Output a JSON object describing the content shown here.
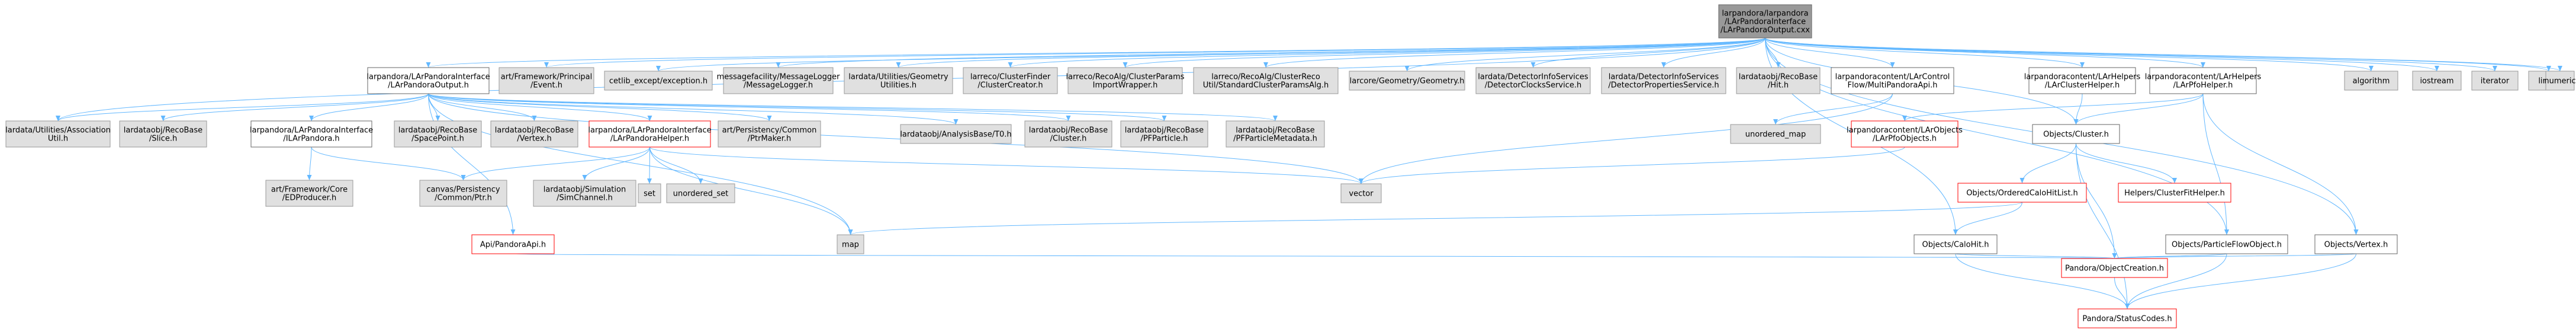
{
  "diagram": {
    "colors": {
      "edge": "#63b8ff",
      "root_fill": "#999999",
      "root_border": "#666666",
      "grey_fill": "#e0e0e0",
      "grey_border": "#999999",
      "white_fill": "#ffffff",
      "white_border": "#666666",
      "red_border": "#ff0000"
    },
    "nodes": [
      {
        "id": "root",
        "style": "root",
        "lines": [
          "larpandora/larpandora",
          "/LArPandoraInterface",
          "/LArPandoraOutput.cxx"
        ]
      },
      {
        "id": "out_h",
        "style": "white",
        "lines": [
          "larpandora/LArPandoraInterface",
          "/LArPandoraOutput.h"
        ]
      },
      {
        "id": "art_event",
        "style": "grey",
        "lines": [
          "art/Framework/Principal",
          "/Event.h"
        ]
      },
      {
        "id": "cetlib",
        "style": "grey",
        "lines": [
          "cetlib_except/exception.h"
        ]
      },
      {
        "id": "msglogger",
        "style": "grey",
        "lines": [
          "messagefacility/MessageLogger",
          "/MessageLogger.h"
        ]
      },
      {
        "id": "geo_util",
        "style": "grey",
        "lines": [
          "lardata/Utilities/Geometry",
          "Utilities.h"
        ]
      },
      {
        "id": "clustercreator",
        "style": "grey",
        "lines": [
          "larreco/ClusterFinder",
          "/ClusterCreator.h"
        ]
      },
      {
        "id": "importwrapper",
        "style": "grey",
        "lines": [
          "larreco/RecoAlg/ClusterParams",
          "ImportWrapper.h"
        ]
      },
      {
        "id": "clusterrecoutil",
        "style": "grey",
        "lines": [
          "larreco/RecoAlg/ClusterReco",
          "Util/StandardClusterParamsAlg.h"
        ]
      },
      {
        "id": "geometry",
        "style": "grey",
        "lines": [
          "larcore/Geometry/Geometry.h"
        ]
      },
      {
        "id": "detclocks",
        "style": "grey",
        "lines": [
          "lardata/DetectorInfoServices",
          "/DetectorClocksService.h"
        ]
      },
      {
        "id": "detprops",
        "style": "grey",
        "lines": [
          "lardata/DetectorInfoServices",
          "/DetectorPropertiesService.h"
        ]
      },
      {
        "id": "hit",
        "style": "grey",
        "lines": [
          "lardataobj/RecoBase",
          "/Hit.h"
        ]
      },
      {
        "id": "multipandora",
        "style": "white",
        "lines": [
          "larpandoracontent/LArControl",
          "Flow/MultiPandoraApi.h"
        ]
      },
      {
        "id": "clusterhelper",
        "style": "white",
        "lines": [
          "larpandoracontent/LArHelpers",
          "/LArClusterHelper.h"
        ]
      },
      {
        "id": "pfohelper",
        "style": "white",
        "lines": [
          "larpandoracontent/LArHelpers",
          "/LArPfoHelper.h"
        ]
      },
      {
        "id": "algorithm",
        "style": "grey",
        "lines": [
          "algorithm"
        ]
      },
      {
        "id": "iostream",
        "style": "grey",
        "lines": [
          "iostream"
        ]
      },
      {
        "id": "iterator",
        "style": "grey",
        "lines": [
          "iterator"
        ]
      },
      {
        "id": "limits",
        "style": "grey",
        "lines": [
          "limits"
        ]
      },
      {
        "id": "numeric",
        "style": "grey",
        "lines": [
          "numeric"
        ]
      },
      {
        "id": "assoc",
        "style": "grey",
        "lines": [
          "lardata/Utilities/Association",
          "Util.h"
        ]
      },
      {
        "id": "slice",
        "style": "grey",
        "lines": [
          "lardataobj/RecoBase",
          "/Slice.h"
        ]
      },
      {
        "id": "larpandora_h",
        "style": "white",
        "lines": [
          "larpandora/LArPandoraInterface",
          "/ILArPandora.h"
        ]
      },
      {
        "id": "spacepoint",
        "style": "grey",
        "lines": [
          "lardataobj/RecoBase",
          "/SpacePoint.h"
        ]
      },
      {
        "id": "vertex_rb",
        "style": "grey",
        "lines": [
          "lardataobj/RecoBase",
          "/Vertex.h"
        ]
      },
      {
        "id": "pandorahelper",
        "style": "red",
        "lines": [
          "larpandora/LArPandoraInterface",
          "/LArPandoraHelper.h"
        ]
      },
      {
        "id": "ptrmaker",
        "style": "grey",
        "lines": [
          "art/Persistency/Common",
          "/PtrMaker.h"
        ]
      },
      {
        "id": "anabase",
        "style": "grey",
        "lines": [
          "lardataobj/AnalysisBase/T0.h"
        ]
      },
      {
        "id": "cluster_rb",
        "style": "grey",
        "lines": [
          "lardataobj/RecoBase",
          "/Cluster.h"
        ]
      },
      {
        "id": "pfparticle",
        "style": "grey",
        "lines": [
          "lardataobj/RecoBase",
          "/PFParticle.h"
        ]
      },
      {
        "id": "pfpmeta",
        "style": "grey",
        "lines": [
          "lardataobj/RecoBase",
          "/PFParticleMetadata.h"
        ]
      },
      {
        "id": "unordered_map",
        "style": "grey",
        "lines": [
          "unordered_map"
        ]
      },
      {
        "id": "larpfoobjects",
        "style": "red",
        "lines": [
          "larpandoracontent/LArObjects",
          "/LArPfoObjects.h"
        ]
      },
      {
        "id": "objcluster",
        "style": "white",
        "lines": [
          "Objects/Cluster.h"
        ]
      },
      {
        "id": "edproducer",
        "style": "grey",
        "lines": [
          "art/Framework/Core",
          "/EDProducer.h"
        ]
      },
      {
        "id": "canvasptr",
        "style": "grey",
        "lines": [
          "canvas/Persistency",
          "/Common/Ptr.h"
        ]
      },
      {
        "id": "simchannel",
        "style": "grey",
        "lines": [
          "lardataobj/Simulation",
          "/SimChannel.h"
        ]
      },
      {
        "id": "set",
        "style": "grey",
        "lines": [
          "set"
        ]
      },
      {
        "id": "unordered_set",
        "style": "grey",
        "lines": [
          "unordered_set"
        ]
      },
      {
        "id": "vector",
        "style": "grey",
        "lines": [
          "vector"
        ]
      },
      {
        "id": "orderedcalohit",
        "style": "red",
        "lines": [
          "Objects/OrderedCaloHitList.h"
        ]
      },
      {
        "id": "clusterfithelper",
        "style": "red",
        "lines": [
          "Helpers/ClusterFitHelper.h"
        ]
      },
      {
        "id": "pandoraapi",
        "style": "red",
        "lines": [
          "Api/PandoraApi.h"
        ]
      },
      {
        "id": "map",
        "style": "grey",
        "lines": [
          "map"
        ]
      },
      {
        "id": "calohit",
        "style": "white",
        "lines": [
          "Objects/CaloHit.h"
        ]
      },
      {
        "id": "pfo",
        "style": "white",
        "lines": [
          "Objects/ParticleFlowObject.h"
        ]
      },
      {
        "id": "objvertex",
        "style": "white",
        "lines": [
          "Objects/Vertex.h"
        ]
      },
      {
        "id": "objcreation",
        "style": "red",
        "lines": [
          "Pandora/ObjectCreation.h"
        ]
      },
      {
        "id": "statuscodes",
        "style": "red",
        "lines": [
          "Pandora/StatusCodes.h"
        ]
      }
    ],
    "edges": [
      [
        "root",
        "out_h"
      ],
      [
        "root",
        "art_event"
      ],
      [
        "root",
        "cetlib"
      ],
      [
        "root",
        "msglogger"
      ],
      [
        "root",
        "geo_util"
      ],
      [
        "root",
        "clustercreator"
      ],
      [
        "root",
        "importwrapper"
      ],
      [
        "root",
        "clusterrecoutil"
      ],
      [
        "root",
        "geometry"
      ],
      [
        "root",
        "detclocks"
      ],
      [
        "root",
        "detprops"
      ],
      [
        "root",
        "hit"
      ],
      [
        "root",
        "multipandora"
      ],
      [
        "root",
        "clusterhelper"
      ],
      [
        "root",
        "pfohelper"
      ],
      [
        "root",
        "algorithm"
      ],
      [
        "root",
        "iostream"
      ],
      [
        "root",
        "iterator"
      ],
      [
        "root",
        "limits"
      ],
      [
        "root",
        "numeric"
      ],
      [
        "root",
        "assoc"
      ],
      [
        "root",
        "objcluster"
      ],
      [
        "root",
        "calohit"
      ],
      [
        "root",
        "pfo"
      ],
      [
        "root",
        "objvertex"
      ],
      [
        "out_h",
        "assoc"
      ],
      [
        "out_h",
        "slice"
      ],
      [
        "out_h",
        "larpandora_h"
      ],
      [
        "out_h",
        "spacepoint"
      ],
      [
        "out_h",
        "vertex_rb"
      ],
      [
        "out_h",
        "pandorahelper"
      ],
      [
        "out_h",
        "ptrmaker"
      ],
      [
        "out_h",
        "anabase"
      ],
      [
        "out_h",
        "cluster_rb"
      ],
      [
        "out_h",
        "pfparticle"
      ],
      [
        "out_h",
        "pfpmeta"
      ],
      [
        "out_h",
        "pandoraapi"
      ],
      [
        "out_h",
        "map"
      ],
      [
        "out_h",
        "vector"
      ],
      [
        "larpandora_h",
        "edproducer"
      ],
      [
        "larpandora_h",
        "canvasptr"
      ],
      [
        "pandorahelper",
        "canvasptr"
      ],
      [
        "pandorahelper",
        "simchannel"
      ],
      [
        "pandorahelper",
        "set"
      ],
      [
        "pandorahelper",
        "unordered_set"
      ],
      [
        "pandorahelper",
        "map"
      ],
      [
        "pandorahelper",
        "vector"
      ],
      [
        "multipandora",
        "unordered_map"
      ],
      [
        "multipandora",
        "vector"
      ],
      [
        "clusterhelper",
        "objcluster"
      ],
      [
        "pfohelper",
        "larpfoobjects"
      ],
      [
        "pfohelper",
        "objcluster"
      ],
      [
        "pfohelper",
        "pfo"
      ],
      [
        "pfohelper",
        "objvertex"
      ],
      [
        "objcluster",
        "orderedcalohit"
      ],
      [
        "objcluster",
        "clusterfithelper"
      ],
      [
        "objcluster",
        "objcreation"
      ],
      [
        "objcluster",
        "statuscodes"
      ],
      [
        "orderedcalohit",
        "calohit"
      ],
      [
        "orderedcalohit",
        "map"
      ],
      [
        "pandoraapi",
        "objcreation"
      ],
      [
        "calohit",
        "objcreation"
      ],
      [
        "calohit",
        "statuscodes"
      ],
      [
        "pfo",
        "objcreation"
      ],
      [
        "pfo",
        "statuscodes"
      ],
      [
        "objvertex",
        "objcreation"
      ],
      [
        "objvertex",
        "statuscodes"
      ],
      [
        "objcreation",
        "statuscodes"
      ],
      [
        "larpfoobjects",
        "vector"
      ]
    ]
  }
}
